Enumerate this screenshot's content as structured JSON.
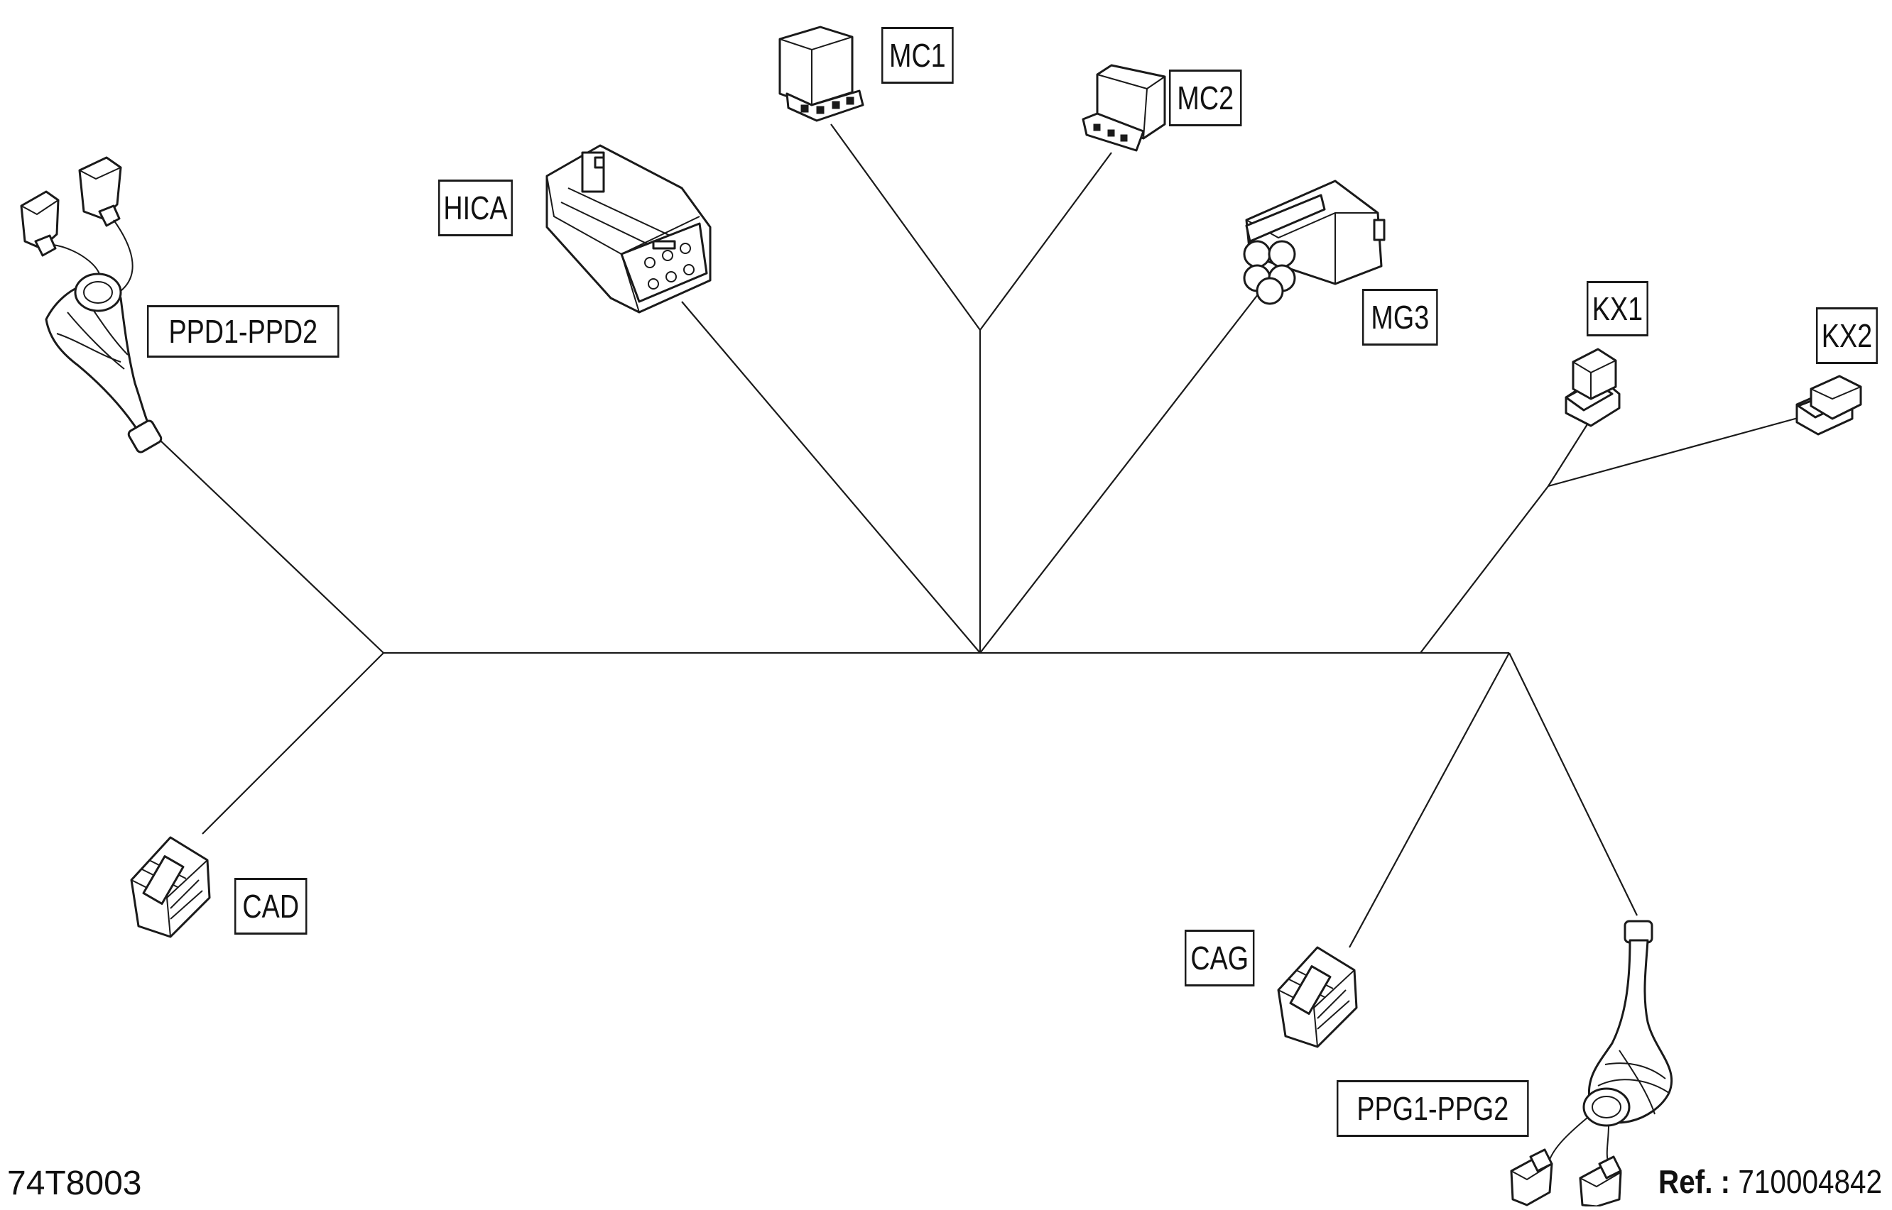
{
  "labels": {
    "ppd": "PPD1-PPD2",
    "hica": "HICA",
    "mc1": "MC1",
    "mc2": "MC2",
    "mg3": "MG3",
    "kx1": "KX1",
    "kx2": "KX2",
    "cad": "CAD",
    "cag": "CAG",
    "ppg": "PPG1-PPG2"
  },
  "footer": {
    "diagram_id": "74T8003",
    "ref_label": "Ref. :",
    "ref_number": "710004842"
  }
}
